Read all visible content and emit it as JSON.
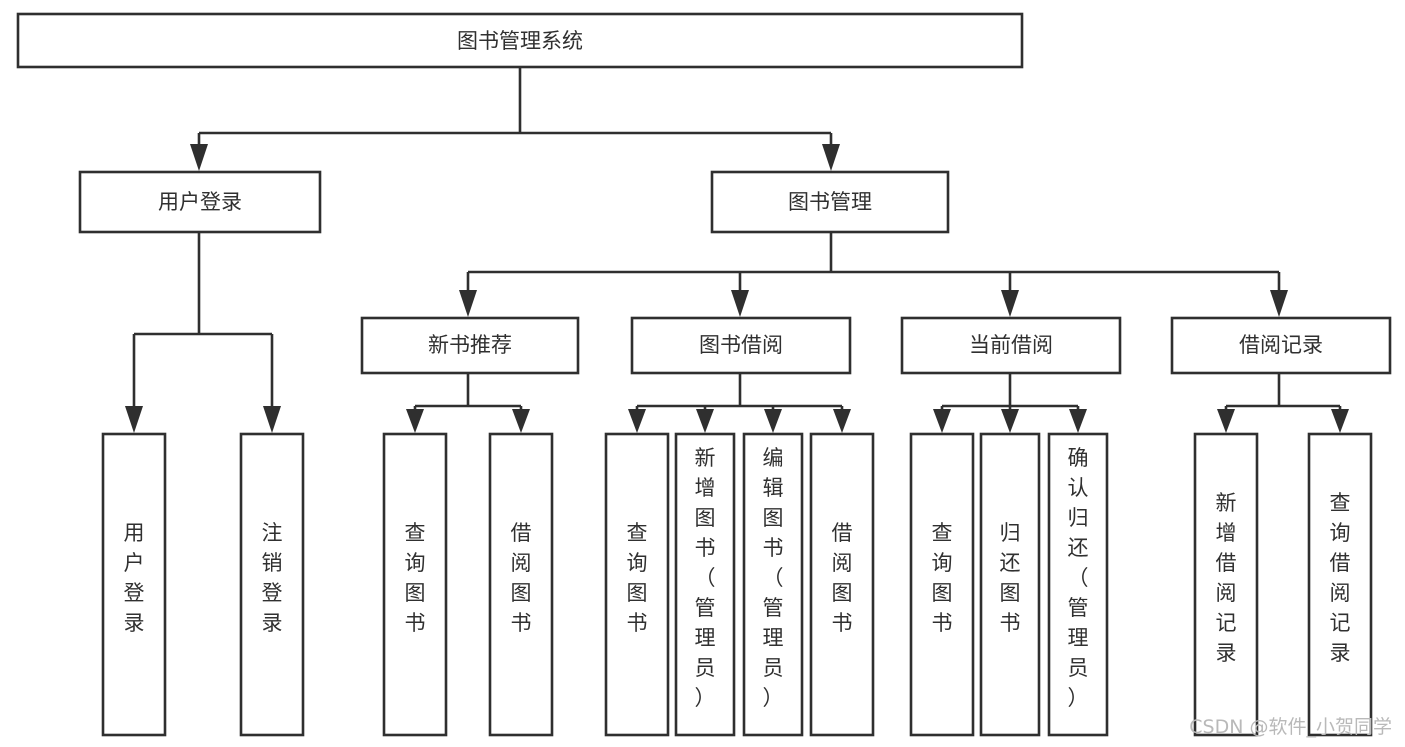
{
  "diagram": {
    "title": "图书管理系统",
    "type": "tree-hierarchy",
    "root": {
      "id": "root",
      "label": "图书管理系统",
      "orientation": "horizontal"
    },
    "level1": [
      {
        "id": "user-login",
        "label": "用户登录",
        "orientation": "horizontal"
      },
      {
        "id": "book-manage",
        "label": "图书管理",
        "orientation": "horizontal"
      }
    ],
    "level2": [
      {
        "id": "new-book-recommend",
        "label": "新书推荐",
        "parent": "book-manage",
        "orientation": "horizontal"
      },
      {
        "id": "book-borrow",
        "label": "图书借阅",
        "parent": "book-manage",
        "orientation": "horizontal"
      },
      {
        "id": "current-borrow",
        "label": "当前借阅",
        "parent": "book-manage",
        "orientation": "horizontal"
      },
      {
        "id": "borrow-record",
        "label": "借阅记录",
        "parent": "book-manage",
        "orientation": "horizontal"
      }
    ],
    "leaves": [
      {
        "id": "leaf-user-login",
        "label": "用户登录",
        "parent": "user-login",
        "orientation": "vertical"
      },
      {
        "id": "leaf-user-logout",
        "label": "注销登录",
        "parent": "user-login",
        "orientation": "vertical"
      },
      {
        "id": "leaf-query-book-1",
        "label": "查询图书",
        "parent": "new-book-recommend",
        "orientation": "vertical"
      },
      {
        "id": "leaf-borrow-book-1",
        "label": "借阅图书",
        "parent": "new-book-recommend",
        "orientation": "vertical"
      },
      {
        "id": "leaf-query-book-2",
        "label": "查询图书",
        "parent": "book-borrow",
        "orientation": "vertical"
      },
      {
        "id": "leaf-add-book",
        "label": "新增图书（管理员）",
        "parent": "book-borrow",
        "orientation": "vertical"
      },
      {
        "id": "leaf-edit-book",
        "label": "编辑图书（管理员）",
        "parent": "book-borrow",
        "orientation": "vertical"
      },
      {
        "id": "leaf-borrow-book-2",
        "label": "借阅图书",
        "parent": "book-borrow",
        "orientation": "vertical"
      },
      {
        "id": "leaf-query-book-3",
        "label": "查询图书",
        "parent": "current-borrow",
        "orientation": "vertical"
      },
      {
        "id": "leaf-return-book",
        "label": "归还图书",
        "parent": "current-borrow",
        "orientation": "vertical"
      },
      {
        "id": "leaf-confirm-return",
        "label": "确认归还（管理员）",
        "parent": "current-borrow",
        "orientation": "vertical"
      },
      {
        "id": "leaf-add-record",
        "label": "新增借阅记录",
        "parent": "borrow-record",
        "orientation": "vertical"
      },
      {
        "id": "leaf-query-record",
        "label": "查询借阅记录",
        "parent": "borrow-record",
        "orientation": "vertical"
      }
    ],
    "watermark": "CSDN @软件_小贺同学",
    "colors": {
      "box_stroke": "#2f2f2f",
      "box_fill": "#ffffff",
      "text": "#303030",
      "connector": "#2f2f2f",
      "watermark": "#b9b9b9",
      "background": "#ffffff"
    }
  }
}
